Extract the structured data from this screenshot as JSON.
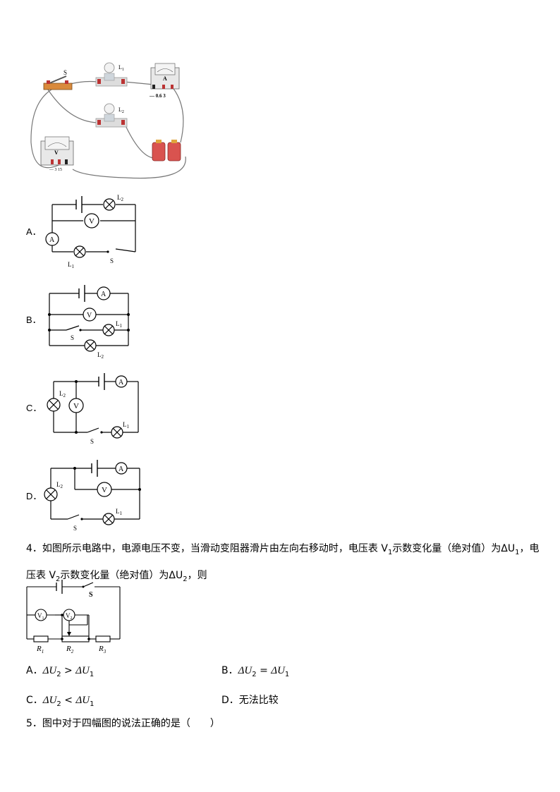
{
  "photo": {
    "switch_label": "S",
    "lamp1_label": "L",
    "lamp1_sub": "1",
    "lamp2_label": "L",
    "lamp2_sub": "2",
    "ammeter_letter": "A",
    "ammeter_scale": "—  0.6 3",
    "voltmeter_letter": "V",
    "voltmeter_scale": "— 3 15"
  },
  "q3_options": [
    {
      "label": "A．",
      "L1": "L",
      "L1sub": "1",
      "L2": "L",
      "L2sub": "2",
      "S": "S",
      "A": "A",
      "V": "V"
    },
    {
      "label": "B．",
      "L1": "L",
      "L1sub": "1",
      "L2": "L",
      "L2sub": "2",
      "S": "S",
      "A": "A",
      "V": "V"
    },
    {
      "label": "C．",
      "L1": "L",
      "L1sub": "1",
      "L2": "L",
      "L2sub": "2",
      "S": "S",
      "A": "A",
      "V": "V"
    },
    {
      "label": "D．",
      "L1": "L",
      "L1sub": "1",
      "L2": "L",
      "L2sub": "2",
      "S": "S",
      "A": "A",
      "V": "V"
    }
  ],
  "q4": {
    "line1_a": "4．如图所示电路中，电源电压不变，当滑动变阻器滑片由左向右移动时，电压表 V",
    "line1_sub1": "1",
    "line1_b": "示数变化量（绝对值）为ΔU",
    "line1_sub2": "1",
    "line1_c": "，电",
    "line2_a": "压表 V",
    "line2_sub1": "2",
    "line2_b": "示数变化量（绝对值）为ΔU",
    "line2_sub2": "2",
    "line2_c": "，则",
    "circuit": {
      "V1": "V",
      "V1sub": "1",
      "V2": "V",
      "V2sub": "2",
      "S": "S",
      "R1": "R",
      "R1sub": "1",
      "R2": "R",
      "R2sub": "2",
      "R3": "R",
      "R3sub": "3"
    },
    "options": [
      {
        "label": "A．",
        "lhs": "ΔU",
        "lhs_sub": "2",
        "op": " > ",
        "rhs": "ΔU",
        "rhs_sub": "1"
      },
      {
        "label": "B．",
        "lhs": "ΔU",
        "lhs_sub": "2",
        "op": " = ",
        "rhs": "ΔU",
        "rhs_sub": "1"
      },
      {
        "label": "C．",
        "lhs": "ΔU",
        "lhs_sub": "2",
        "op": " < ",
        "rhs": "ΔU",
        "rhs_sub": "1"
      },
      {
        "label": "D．",
        "text": "无法比较"
      }
    ]
  },
  "q5": {
    "text": "5．图中对于四幅图的说法正确的是（　　）"
  }
}
